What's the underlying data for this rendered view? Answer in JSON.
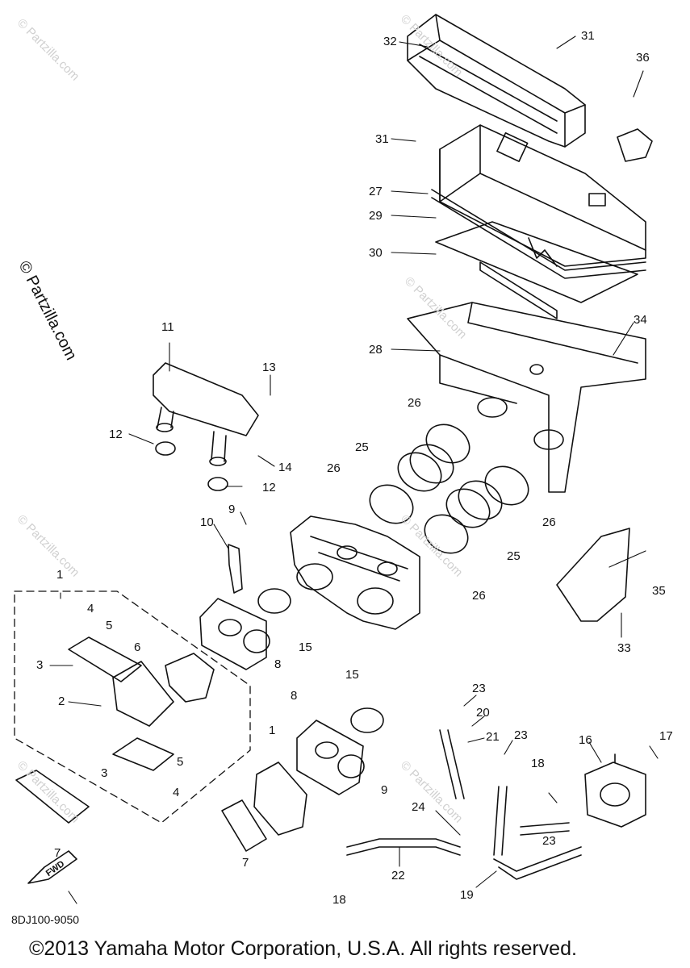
{
  "watermark": {
    "main": "© Partzilla.com",
    "faint": "© Partzilla.com"
  },
  "diagram_code": "8DJ100-9050",
  "copyright": "©2013 Yamaha Motor Corporation, U.S.A. All rights reserved.",
  "fwd_label": "FWD",
  "callouts": {
    "c1_top": "1",
    "c1_mid": "1",
    "c2": "2",
    "c3_top": "3",
    "c3_bot": "3",
    "c4_top": "4",
    "c4_bot": "4",
    "c5_top": "5",
    "c5_bot": "5",
    "c6": "6",
    "c7_left": "7",
    "c7_mid": "7",
    "c8_top": "8",
    "c8_mid": "8",
    "c9_top": "9",
    "c9_bot": "9",
    "c10": "10",
    "c11": "11",
    "c12_left": "12",
    "c12_right": "12",
    "c13": "13",
    "c14": "14",
    "c15_left": "15",
    "c15_right": "15",
    "c16": "16",
    "c17": "17",
    "c18_left": "18",
    "c18_right": "18",
    "c19": "19",
    "c20": "20",
    "c21": "21",
    "c22": "22",
    "c23_top": "23",
    "c23_mid": "23",
    "c23_bot": "23",
    "c24": "24",
    "c25_left": "25",
    "c25_right": "25",
    "c26_top": "26",
    "c26_left": "26",
    "c26_right": "26",
    "c26_bot": "26",
    "c27": "27",
    "c28": "28",
    "c29": "29",
    "c30": "30",
    "c31_top": "31",
    "c31_left": "31",
    "c32": "32",
    "c33": "33",
    "c34": "34",
    "c35": "35",
    "c36": "36"
  }
}
